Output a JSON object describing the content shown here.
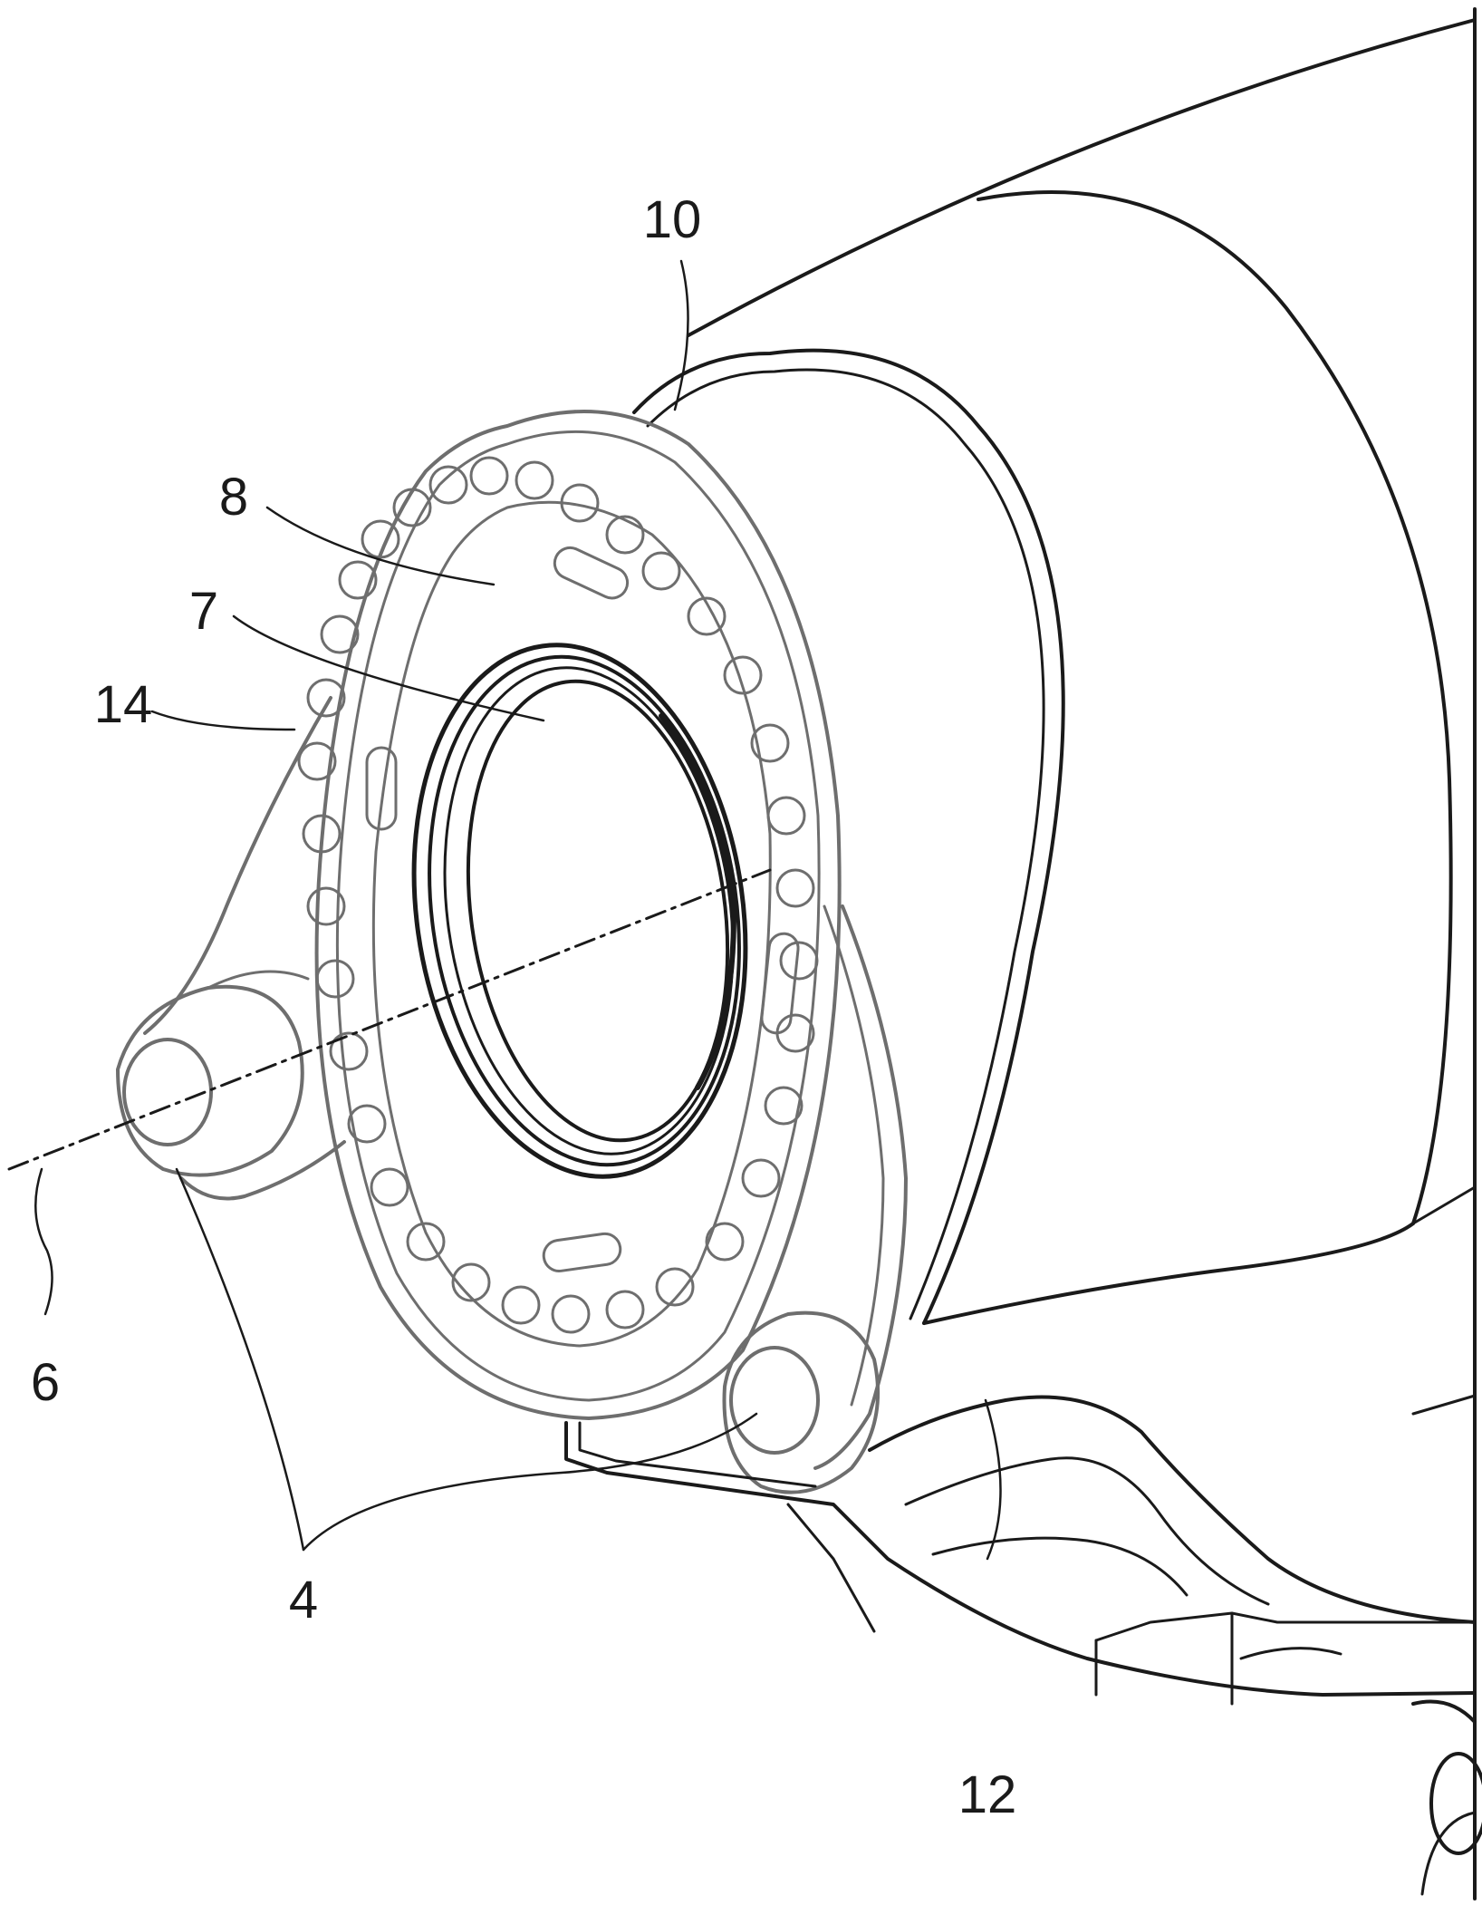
{
  "figure": {
    "labels": {
      "hub": "10",
      "bearing_ring": "8",
      "opening": "7",
      "bolts": "14",
      "axis": "6",
      "pins": "4",
      "base_frame": "12"
    }
  }
}
